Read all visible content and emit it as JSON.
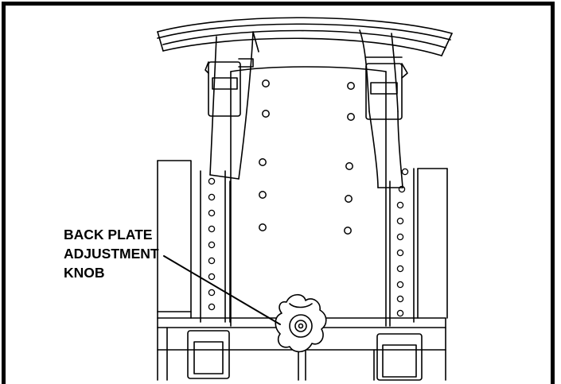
{
  "callout": {
    "lines": [
      "BACK PLATE",
      "ADJUSTMENT",
      "KNOB"
    ]
  },
  "colors": {
    "stroke": "#000000",
    "background": "#ffffff",
    "frame": "#000000"
  },
  "icons": {
    "knob": "adjustment-knob-icon"
  }
}
